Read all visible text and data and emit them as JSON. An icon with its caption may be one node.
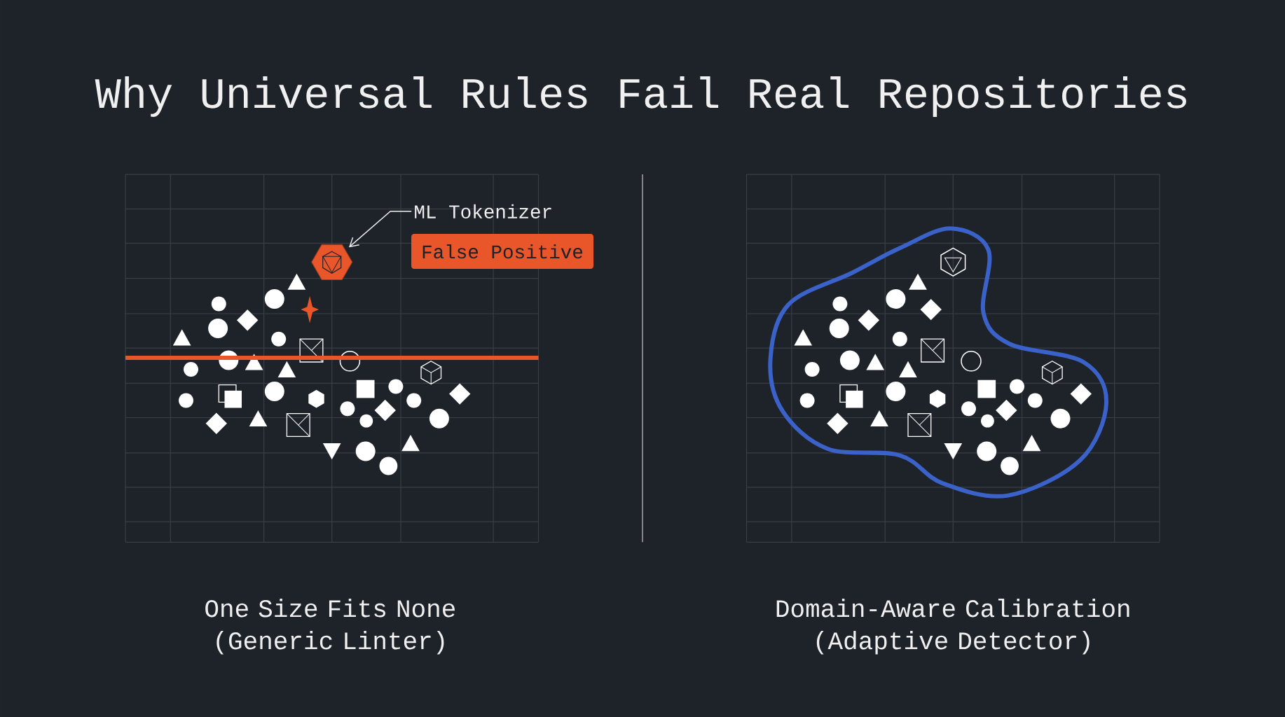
{
  "diagram": {
    "title": "Why Universal Rules Fail Real Repositories",
    "nodes": [
      {
        "text": [
          "ML Tokenizer"
        ]
      },
      {
        "text": [],
        "shape": "hexagon"
      },
      {
        "text": [
          "False Positive"
        ]
      }
    ],
    "edges": [
      {
        "from": 0,
        "to": 1,
        "arrow": "to"
      }
    ],
    "labels": [
      "One Size Fits None (Generic Linter)",
      "Domain-Aware Calibration (Adaptive Detector)"
    ]
  }
}
